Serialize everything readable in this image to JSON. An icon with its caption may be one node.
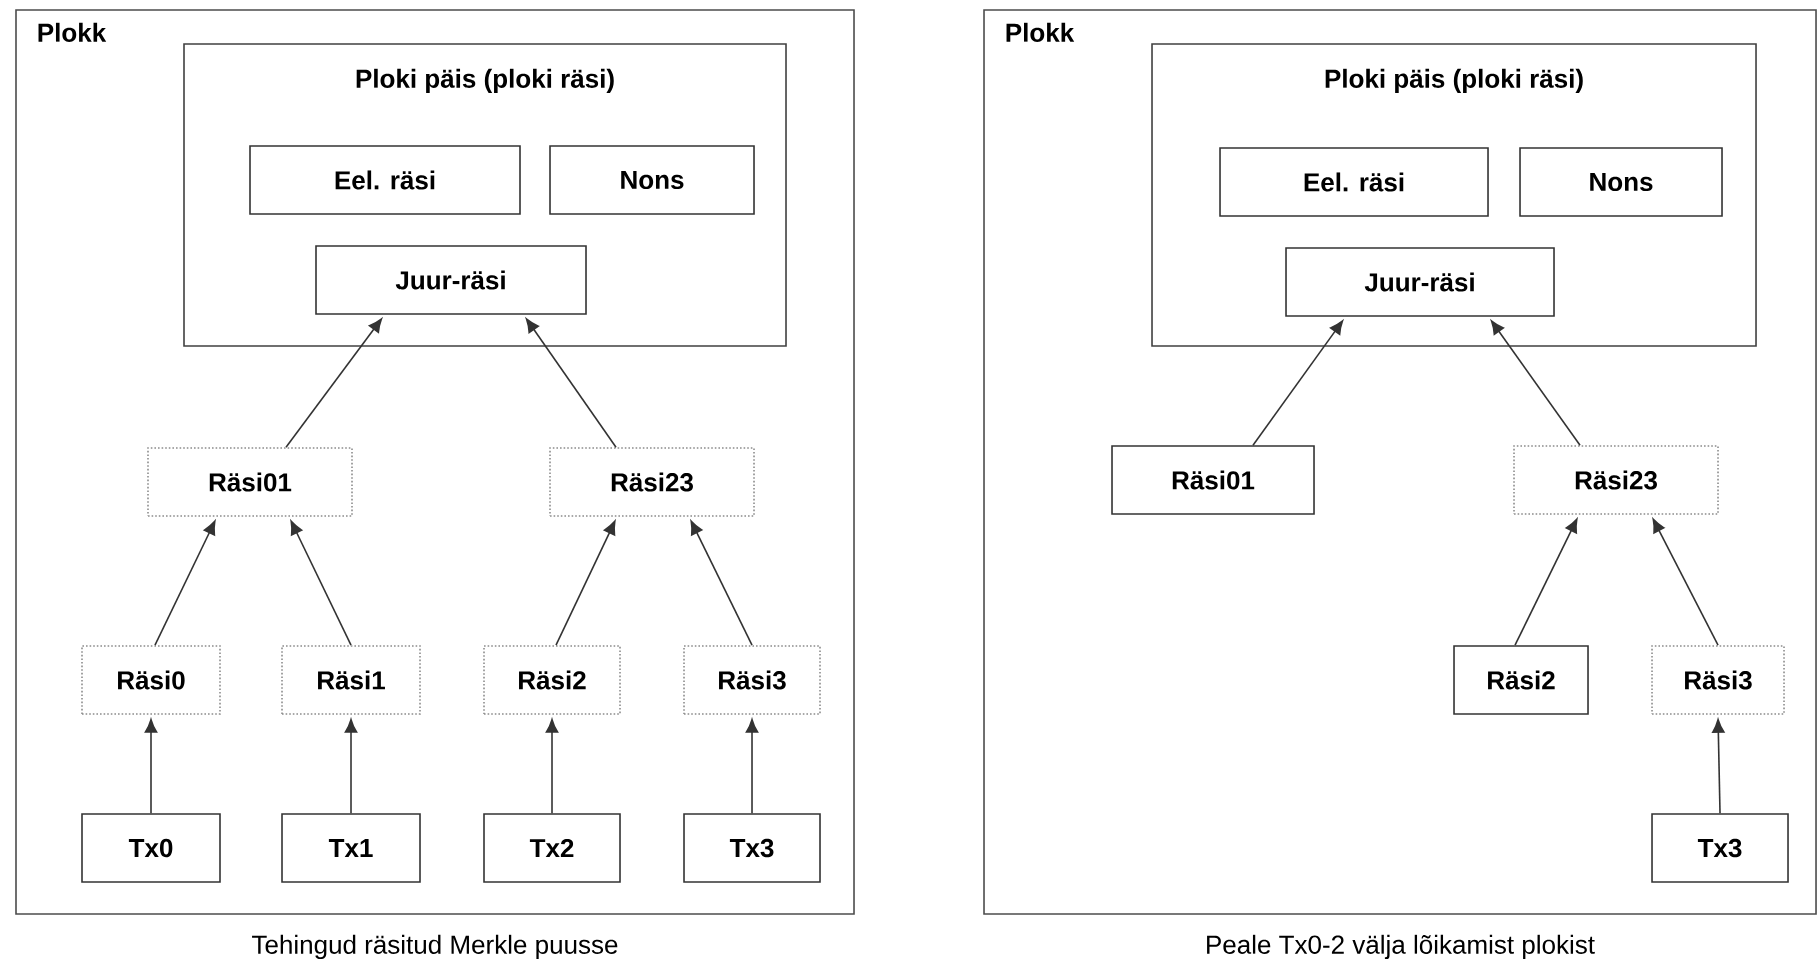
{
  "diagram": {
    "nodes": [
      {
        "text": [
          "Plokk"
        ],
        "beside": [
          "Tehingud räsitud Merkle puusse"
        ]
      },
      {
        "text": [
          "Ploki päis (ploki räsi)"
        ],
        "in": 0
      },
      {
        "text": [
          "Eel. räsi"
        ],
        "in": 1
      },
      {
        "text": [
          "Nons"
        ],
        "in": 1
      },
      {
        "text": [
          "Juur-räsi"
        ],
        "in": 1
      },
      {
        "text": [
          "Räsi01"
        ],
        "in": 0
      },
      {
        "text": [
          "Räsi23"
        ],
        "in": 0
      },
      {
        "text": [
          "Räsi0"
        ],
        "in": 0
      },
      {
        "text": [
          "Räsi1"
        ],
        "in": 0
      },
      {
        "text": [
          "Räsi2"
        ],
        "in": 0
      },
      {
        "text": [
          "Räsi3"
        ],
        "in": 0
      },
      {
        "text": [
          "Tx0"
        ],
        "in": 0
      },
      {
        "text": [
          "Tx1"
        ],
        "in": 0
      },
      {
        "text": [
          "Tx2"
        ],
        "in": 0
      },
      {
        "text": [
          "Tx3"
        ],
        "in": 0
      },
      {
        "text": [
          "Plokk"
        ],
        "beside": [
          "Peale Tx0-2 välja lõikamist plokist"
        ]
      },
      {
        "text": [
          "Ploki päis (ploki räsi)"
        ],
        "in": 15
      },
      {
        "text": [
          "Eel. räsi"
        ],
        "in": 16
      },
      {
        "text": [
          "Nons"
        ],
        "in": 16
      },
      {
        "text": [
          "Juur-räsi"
        ],
        "in": 16
      },
      {
        "text": [
          "Räsi01"
        ],
        "in": 15
      },
      {
        "text": [
          "Räsi23"
        ],
        "in": 15
      },
      {
        "text": [
          "Räsi2"
        ],
        "in": 15
      },
      {
        "text": [
          "Räsi3"
        ],
        "in": 15
      },
      {
        "text": [
          "Tx3"
        ],
        "in": 15
      }
    ],
    "edges": [
      {
        "from": 5,
        "to": 4,
        "arrow": "to"
      },
      {
        "from": 6,
        "to": 4,
        "arrow": "to"
      },
      {
        "from": 7,
        "to": 5,
        "arrow": "to"
      },
      {
        "from": 8,
        "to": 5,
        "arrow": "to"
      },
      {
        "from": 9,
        "to": 6,
        "arrow": "to"
      },
      {
        "from": 10,
        "to": 6,
        "arrow": "to"
      },
      {
        "from": 11,
        "to": 7,
        "arrow": "to"
      },
      {
        "from": 12,
        "to": 8,
        "arrow": "to"
      },
      {
        "from": 13,
        "to": 9,
        "arrow": "to"
      },
      {
        "from": 14,
        "to": 10,
        "arrow": "to"
      },
      {
        "from": 20,
        "to": 19,
        "arrow": "to"
      },
      {
        "from": 21,
        "to": 19,
        "arrow": "to"
      },
      {
        "from": 22,
        "to": 21,
        "arrow": "to"
      },
      {
        "from": 23,
        "to": 21,
        "arrow": "to"
      },
      {
        "from": 24,
        "to": 23,
        "arrow": "to"
      }
    ]
  }
}
